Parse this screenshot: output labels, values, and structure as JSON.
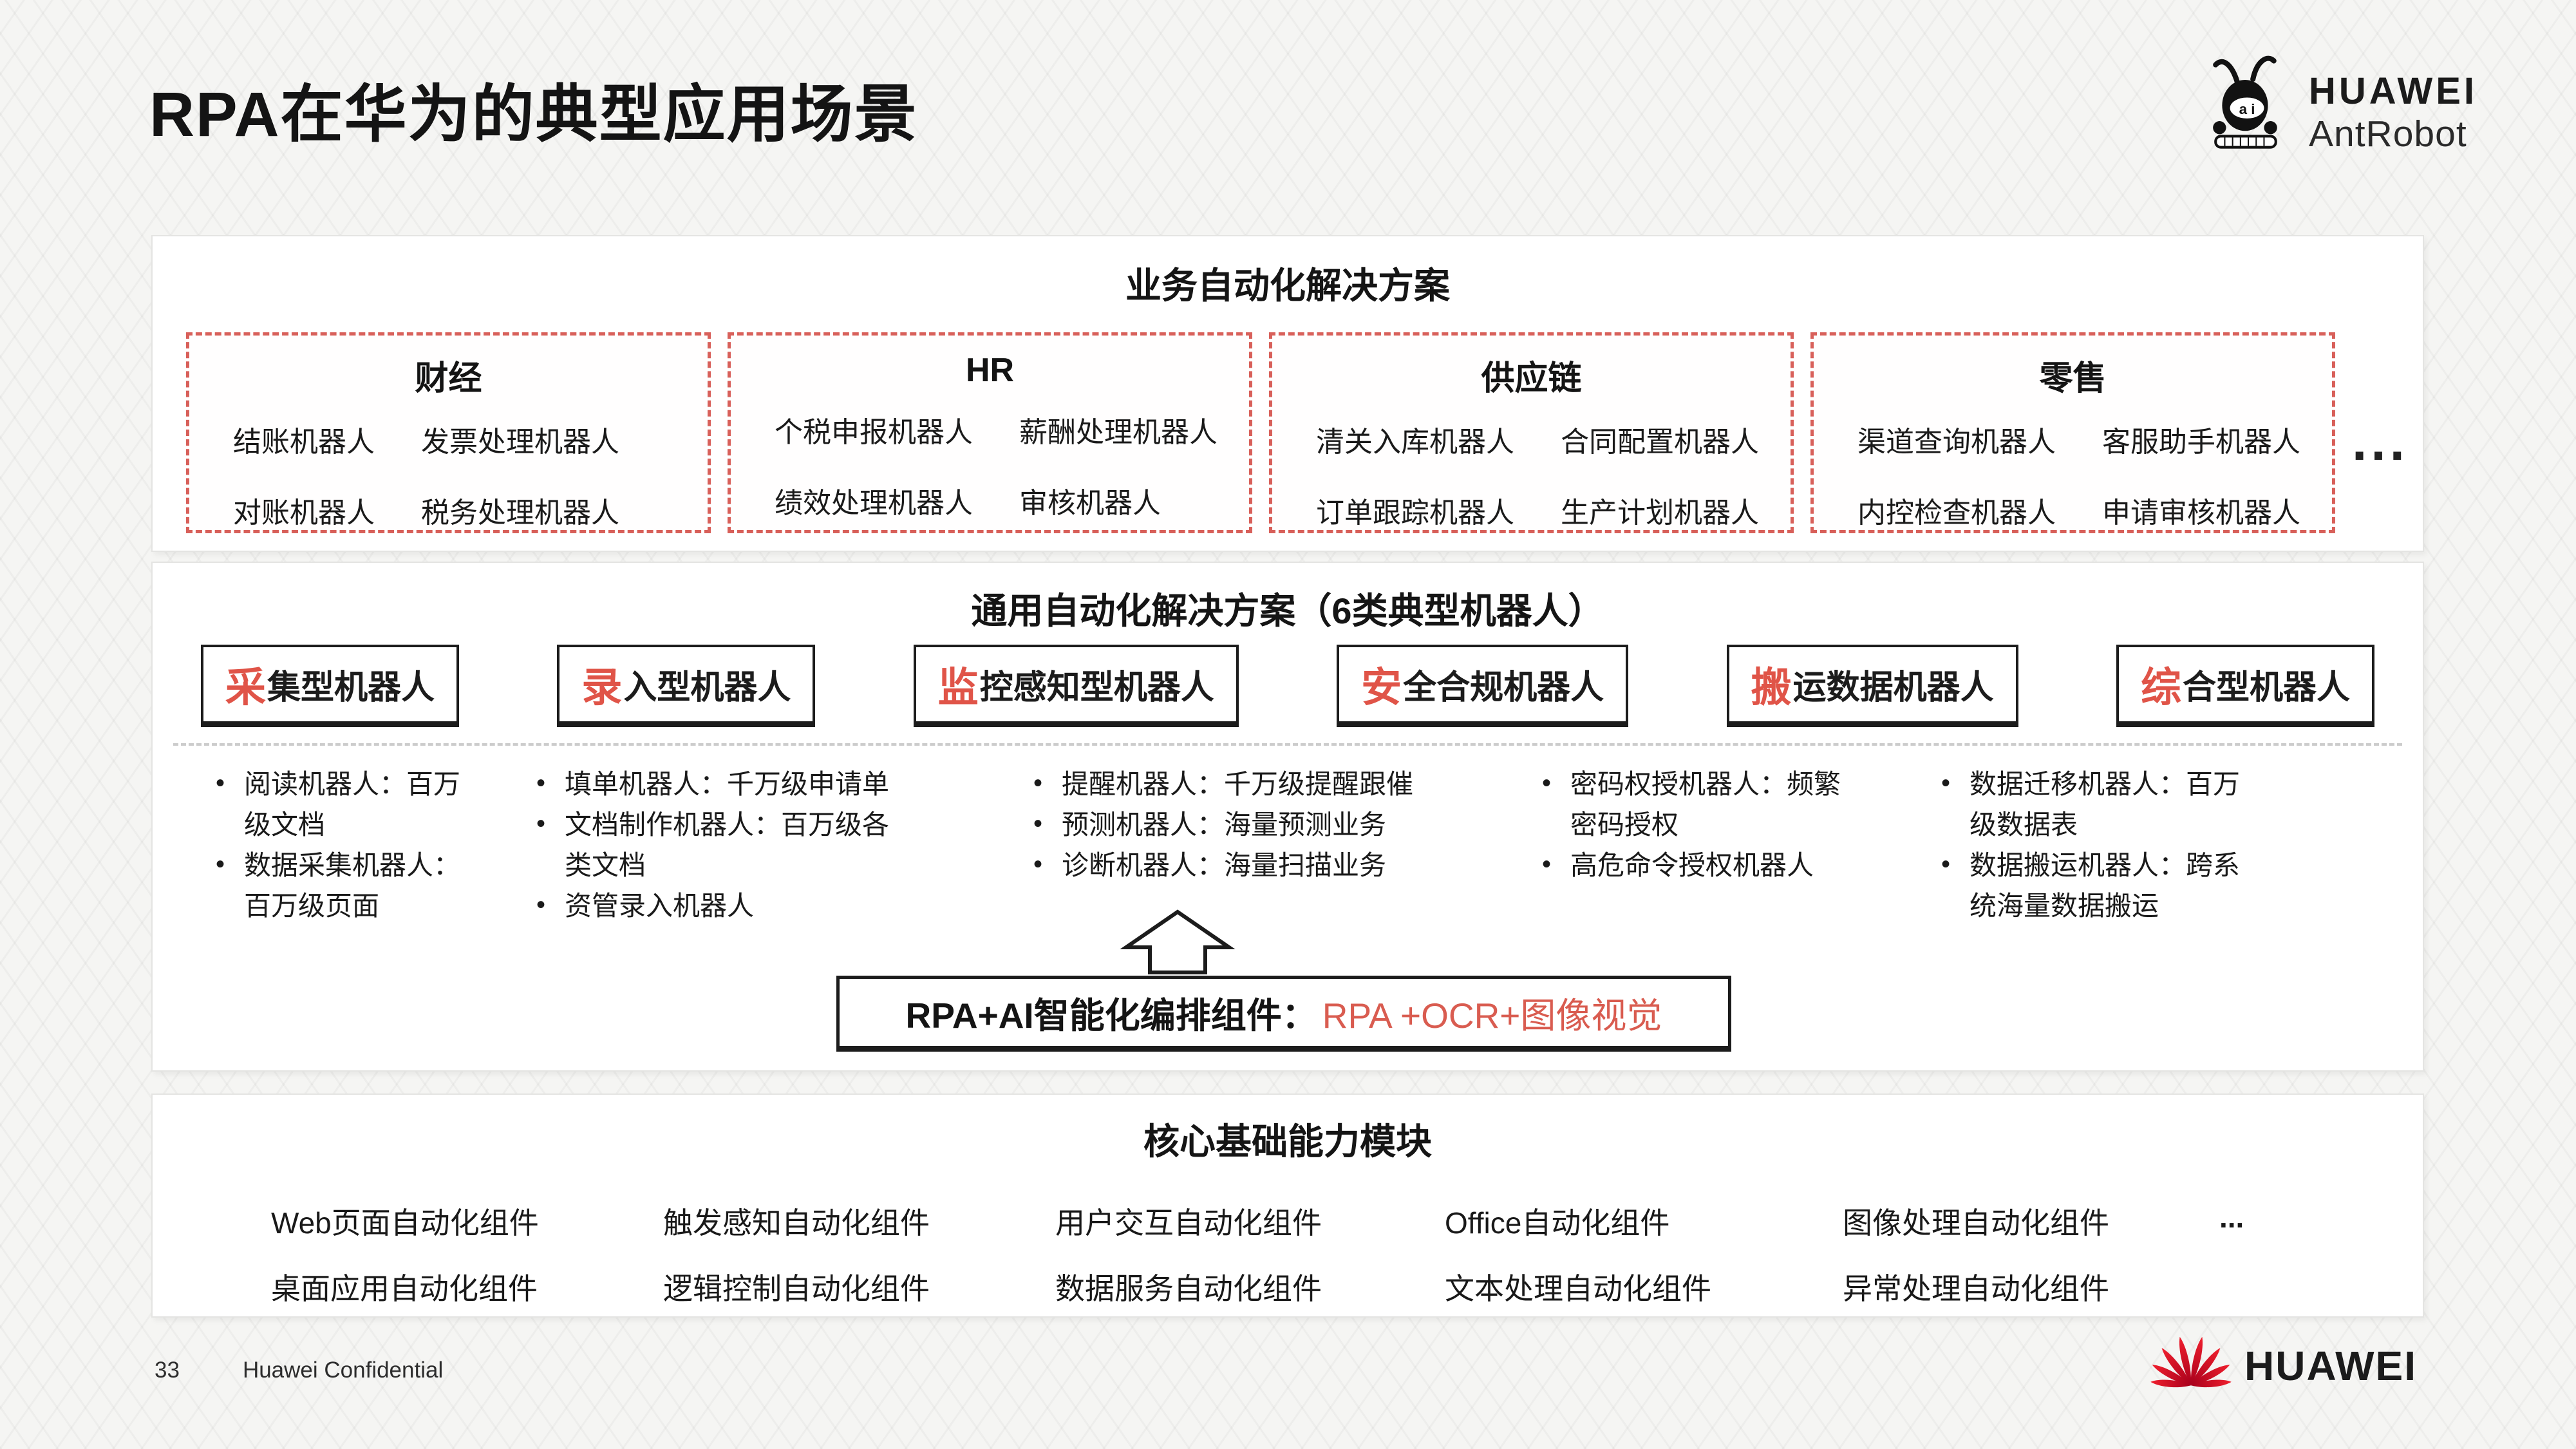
{
  "page": {
    "title": "RPA在华为的典型应用场景",
    "page_number": "33",
    "footer_note": "Huawei Confidential"
  },
  "brand": {
    "logo_primary": "HUAWEI",
    "logo_secondary": "AntRobot",
    "ant_face": "a i",
    "footer_logo": "HUAWEI"
  },
  "colors": {
    "accent_red": "#e05448",
    "dashed_red": "#d8605a",
    "huawei_red": "#cf0a2c"
  },
  "business": {
    "title": "业务自动化解决方案",
    "more": "...",
    "boxes": [
      {
        "title": "财经",
        "items": [
          "结账机器人",
          "发票处理机器人",
          "对账机器人",
          "税务处理机器人"
        ]
      },
      {
        "title": "HR",
        "items": [
          "个税申报机器人",
          "薪酬处理机器人",
          "绩效处理机器人",
          "审核机器人"
        ]
      },
      {
        "title": "供应链",
        "items": [
          "清关入库机器人",
          "合同配置机器人",
          "订单跟踪机器人",
          "生产计划机器人"
        ]
      },
      {
        "title": "零售",
        "items": [
          "渠道查询机器人",
          "客服助手机器人",
          "内控检查机器人",
          "申请审核机器人"
        ]
      }
    ]
  },
  "general": {
    "title": "通用自动化解决方案（6类典型机器人）",
    "types": [
      {
        "accent": "采",
        "rest": "集型机器人"
      },
      {
        "accent": "录",
        "rest": "入型机器人"
      },
      {
        "accent": "监",
        "rest": "控感知型机器人"
      },
      {
        "accent": "安",
        "rest": "全合规机器人"
      },
      {
        "accent": "搬",
        "rest": "运数据机器人"
      },
      {
        "accent": "综",
        "rest": "合型机器人"
      }
    ],
    "columns": [
      {
        "items": [
          "阅读机器人：百万级文档",
          "数据采集机器人：百万级页面"
        ]
      },
      {
        "items": [
          "填单机器人：千万级申请单",
          "文档制作机器人：百万级各类文档",
          "资管录入机器人"
        ]
      },
      {
        "items": [
          "提醒机器人：千万级提醒跟催",
          "预测机器人：海量预测业务",
          "诊断机器人：海量扫描业务"
        ]
      },
      {
        "items": [
          "密码权授机器人：频繁密码授权",
          "高危命令授权机器人"
        ]
      },
      {
        "items": [
          "数据迁移机器人：百万级数据表",
          "数据搬运机器人：跨系统海量数据搬运"
        ]
      }
    ],
    "ai_box": {
      "label": "RPA+AI智能化编排组件：",
      "value": "RPA +OCR+图像视觉"
    }
  },
  "core": {
    "title": "核心基础能力模块",
    "more": "...",
    "rows": [
      [
        "Web页面自动化组件",
        "触发感知自动化组件",
        "用户交互自动化组件",
        "Office自动化组件",
        "图像处理自动化组件"
      ],
      [
        "桌面应用自动化组件",
        "逻辑控制自动化组件",
        "数据服务自动化组件",
        "文本处理自动化组件",
        "异常处理自动化组件"
      ]
    ]
  }
}
